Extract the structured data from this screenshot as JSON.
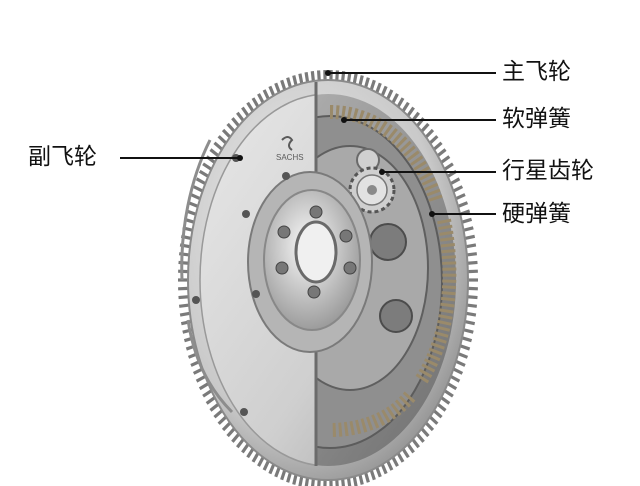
{
  "brand": "SACHS",
  "labels": {
    "primary_flywheel": "主飞轮",
    "soft_spring": "软弹簧",
    "planetary_gear": "行星齿轮",
    "hard_spring": "硬弹簧",
    "secondary_flywheel": "副飞轮"
  },
  "colors": {
    "line": "#111111",
    "metal_light": "#e4e4e4",
    "metal_mid": "#b8b8b8",
    "metal_dark": "#6f6f6f",
    "spring": "#9a8a6a"
  }
}
